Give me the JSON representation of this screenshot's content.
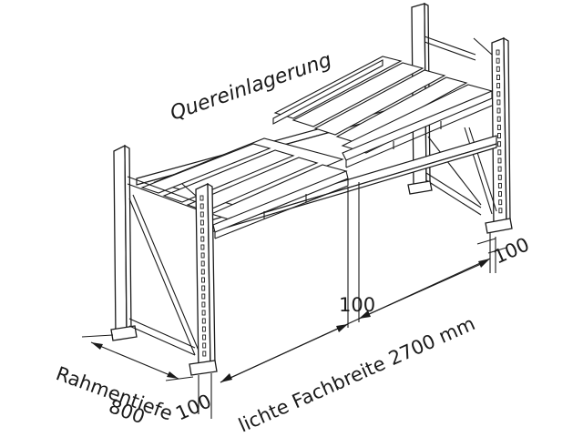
{
  "labels": {
    "quereinlagerung": "Quereinlagerung",
    "rahmentiefe": "Rahmentiefe",
    "rahmentiefe_value": "800",
    "left_post_width": "100",
    "center_gap": "100",
    "right_post_width": "100",
    "fachbreite": "lichte Fachbreite 2700 mm"
  },
  "colors": {
    "line": "#1a1a1a",
    "background": "#ffffff"
  }
}
